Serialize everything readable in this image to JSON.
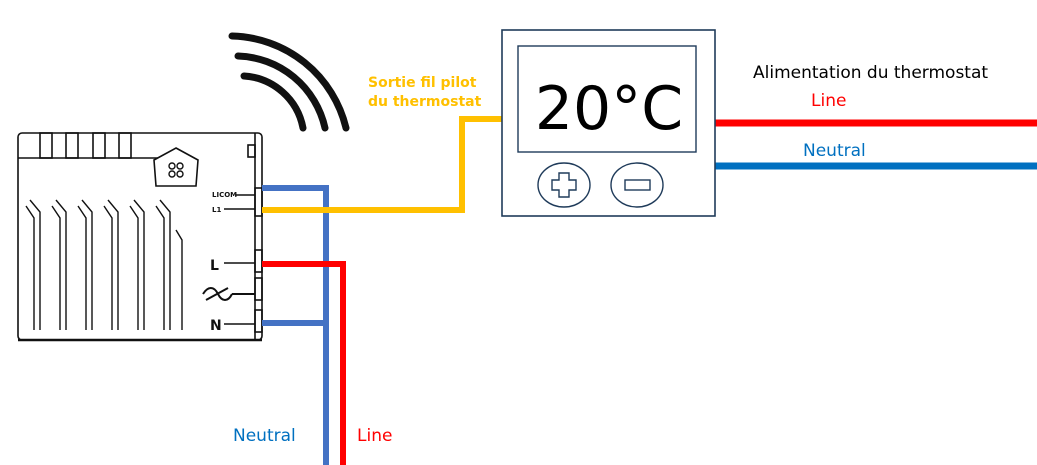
{
  "thermostat": {
    "temperature": "20°C",
    "plus_button_label": "+",
    "minus_button_label": "−"
  },
  "labels": {
    "pilot_output_line1": "Sortie fil pilot",
    "pilot_output_line2": "du thermostat",
    "power_supply_title": "Alimentation du thermostat",
    "top_line": "Line",
    "top_neutral": "Neutral",
    "bottom_neutral": "Neutral",
    "bottom_line": "Line"
  },
  "module": {
    "terminal_lcom": "LICOM",
    "terminal_l1": "L1",
    "terminal_l": "L",
    "terminal_n": "N"
  },
  "colors": {
    "line": "#ff0000",
    "neutral": "#0070c0",
    "neutral_wire": "#4472c4",
    "pilot": "#ffc000",
    "outline": "#1f3b5a"
  },
  "icons": {
    "wireless": "wifi-signal-icon",
    "fan": "fan-icon",
    "bypass": "bypass-icon"
  }
}
